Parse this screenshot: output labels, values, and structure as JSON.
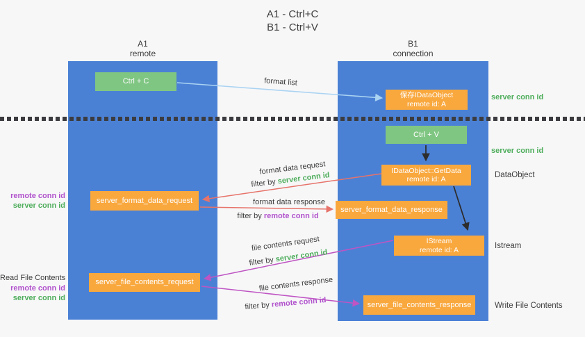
{
  "title": {
    "line1": "A1 - Ctrl+C",
    "line2": "B1 - Ctrl+V"
  },
  "lanes": {
    "left": {
      "name": "A1",
      "subtitle": "remote"
    },
    "right": {
      "name": "B1",
      "subtitle": "connection"
    }
  },
  "boxes": {
    "ctrl_c": "Ctrl + C",
    "ctrl_v": "Ctrl + V",
    "save_dataobject": {
      "line1": "保存IDataObject",
      "line2": "remote id: A"
    },
    "getdata": {
      "line1": "IDataObject::GetData",
      "line2": "remote id: A"
    },
    "istream": {
      "line1": "IStream",
      "line2": "remote id: A"
    },
    "format_request": "server_format_data_request",
    "format_response": "server_format_data_response",
    "file_request": "server_file_contents_request",
    "file_response": "server_file_contents_response"
  },
  "flow": {
    "format_list": "format list",
    "format_data_request": "format data request",
    "format_data_response": "format data response",
    "file_contents_request": "file contents request",
    "file_contents_response": "file contents response",
    "filter_by": "filter by ",
    "server_conn_id": "server conn id",
    "remote_conn_id": "remote conn id"
  },
  "side": {
    "server_conn_id": "server conn id",
    "remote_conn_id": "remote conn id",
    "read_file_contents": "Read File Contents",
    "write_file_contents": "Write File Contents",
    "dataobject": "DataObject",
    "istream": "Istream"
  },
  "colors": {
    "bg": "#f7f7f8",
    "lane_blue": "#4b81d5",
    "box_green": "#80c683",
    "box_orange": "#f9a83e",
    "box_text": "#fdfdfd",
    "text_dark": "#3d3d3d",
    "green_text": "#4fae5c",
    "purple_text": "#b153cc",
    "arrow_blue": "#aad3f2",
    "arrow_red": "#e7736a",
    "arrow_magenta": "#bf55c3",
    "arrow_black": "#2d2d2d",
    "dotted": "#3c3c40"
  }
}
